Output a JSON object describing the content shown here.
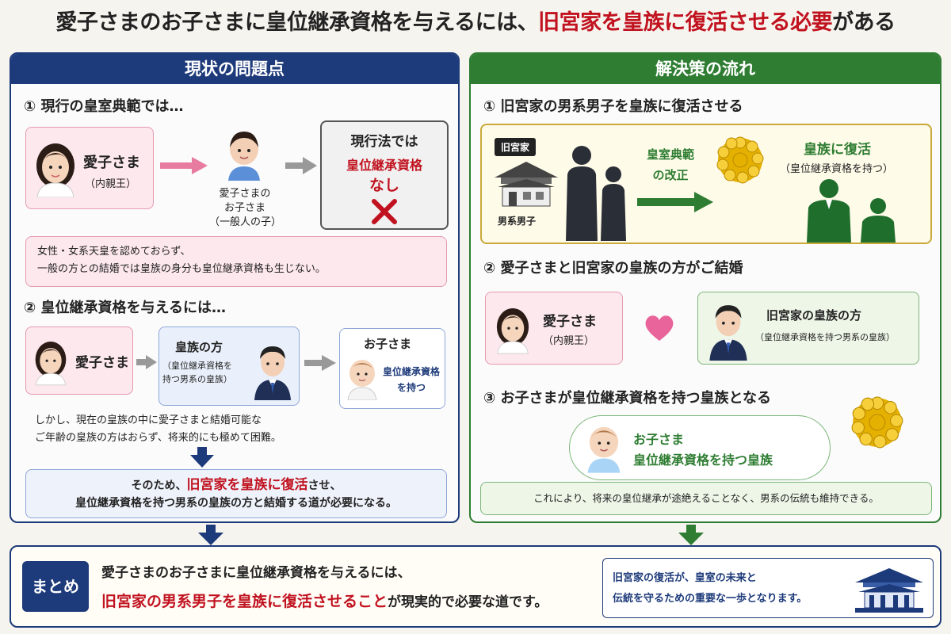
{
  "title": {
    "part1": "愛子さまのお子さまに皇位継承資格を与えるには、",
    "part2": "旧宮家を皇族に復活させる必要",
    "part3": "がある"
  },
  "left": {
    "header": "現状の問題点",
    "step1": "① 現行の皇室典範では…",
    "aiko_name": "愛子さま",
    "aiko_sub": "（内親王）",
    "child_l1": "愛子さまの",
    "child_l2": "お子さま",
    "child_l3": "（一般人の子）",
    "law_l1": "現行法では",
    "law_l2": "皇位継承資格",
    "law_l3": "なし",
    "note1_l1": "女性・女系天皇を認めておらず、",
    "note1_l2": "一般の方との結婚では皇族の身分も皇位継承資格も生じない。",
    "step2": "② 皇位継承資格を与えるには…",
    "aiko2": "愛子さま",
    "royal_title": "皇族の方",
    "royal_sub_l1": "（皇位継承資格を",
    "royal_sub_l2": "持つ男系の皇族）",
    "kid_title": "お子さま",
    "kid_l1": "皇位継承資格",
    "kid_l2": "を持つ",
    "note2_l1": "しかし、現在の皇族の中に愛子さまと結婚可能な",
    "note2_l2": "ご年齢の皇族の方はおらず、将来的にも極めて困難。",
    "concl_a": "そのため、",
    "concl_b": "旧宮家を皇族に復活",
    "concl_c": "させ、",
    "concl_l2": "皇位継承資格を持つ男系の皇族の方と結婚する道が必要になる。"
  },
  "right": {
    "header": "解決策の流れ",
    "step1": "① 旧宮家の男系男子を皇族に復活させる",
    "house_tag": "旧宮家",
    "house_caption": "男系男子",
    "reform_l1": "皇室典範",
    "reform_l2": "の改正",
    "restore_title": "皇族に復活",
    "restore_sub": "（皇位継承資格を持つ）",
    "step2": "② 愛子さまと旧宮家の皇族の方がご結婚",
    "aiko_name": "愛子さま",
    "aiko_sub": "（内親王）",
    "groom_title": "旧宮家の皇族の方",
    "groom_sub": "（皇位継承資格を持つ男系の皇族）",
    "step3": "③ お子さまが皇位継承資格を持つ皇族となる",
    "kid_l1": "お子さま",
    "kid_l2": "皇位継承資格を持つ皇族",
    "note": "これにより、将来の皇位継承が途絶えることなく、男系の伝統も維持できる。"
  },
  "summary": {
    "label": "まとめ",
    "line1": "愛子さまのお子さまに皇位継承資格を与えるには、",
    "line2_red": "旧宮家の男系男子を皇族に復活させること",
    "line2_rest": "が現実的で必要な道です。",
    "side_l1": "旧宮家の復活が、皇室の未来と",
    "side_l2": "伝統を守るための重要な一歩となります。"
  },
  "colors": {
    "navy": "#1d3a7a",
    "green": "#2e7d32",
    "red": "#c1121f",
    "pink": "#e87ca0"
  },
  "icons": [
    "woman-avatar-icon",
    "boy-avatar-icon",
    "man-avatar-icon",
    "baby-avatar-icon",
    "cross-icon",
    "heart-icon",
    "chrysanthemum-crest-icon",
    "house-icon",
    "palace-icon",
    "arrow-icon"
  ]
}
